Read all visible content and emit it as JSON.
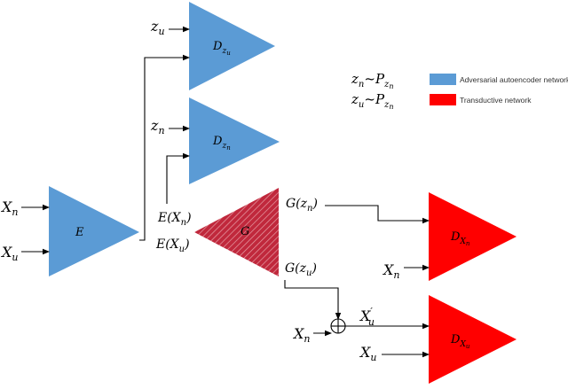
{
  "colors": {
    "adversarial": "#5b9bd5",
    "transductive": "#ff0000",
    "generator": "#c0283c"
  },
  "blocks": {
    "encoder": "E",
    "disc_zu": {
      "base": "D",
      "sub": "z",
      "subsub": "u"
    },
    "disc_zn": {
      "base": "D",
      "sub": "z",
      "subsub": "n"
    },
    "generator": "G",
    "disc_xn": {
      "base": "D",
      "sub": "X",
      "subsub": "n"
    },
    "disc_xu": {
      "base": "D",
      "sub": "X",
      "subsub": "u"
    }
  },
  "labels": {
    "x_n_input": {
      "base": "X",
      "sub": "n"
    },
    "x_u_input": {
      "base": "X",
      "sub": "u"
    },
    "z_u_input": {
      "base": "z",
      "sub": "u"
    },
    "z_n_input": {
      "base": "z",
      "sub": "n"
    },
    "e_xn": "E(X",
    "e_xn_sub": "n",
    "e_xu": "E(X",
    "e_xu_sub": "u",
    "g_zn": "G(z",
    "g_zn_sub": "n",
    "g_zu": "G(z",
    "g_zu_sub": "u",
    "x_n_disc": {
      "base": "X",
      "sub": "n"
    },
    "x_n_add": {
      "base": "X",
      "sub": "n"
    },
    "x_u_prime": {
      "base": "X",
      "sup": "′",
      "sub": "u"
    },
    "x_u_disc": {
      "base": "X",
      "sub": "u"
    },
    "close_paren": ")"
  },
  "distributions": {
    "zn": {
      "lhs": "z",
      "lhs_sub": "n",
      "tilde": "~",
      "rhs": "P",
      "rhs_sub": "z",
      "rhs_subsub": "n"
    },
    "zu": {
      "lhs": "z",
      "lhs_sub": "u",
      "tilde": "~",
      "rhs": "P",
      "rhs_sub": "z",
      "rhs_subsub": "n"
    }
  },
  "legend": [
    {
      "label": "Adversarial autoencoder network",
      "color": "#5b9bd5"
    },
    {
      "label": "Transductive network",
      "color": "#ff0000"
    }
  ]
}
